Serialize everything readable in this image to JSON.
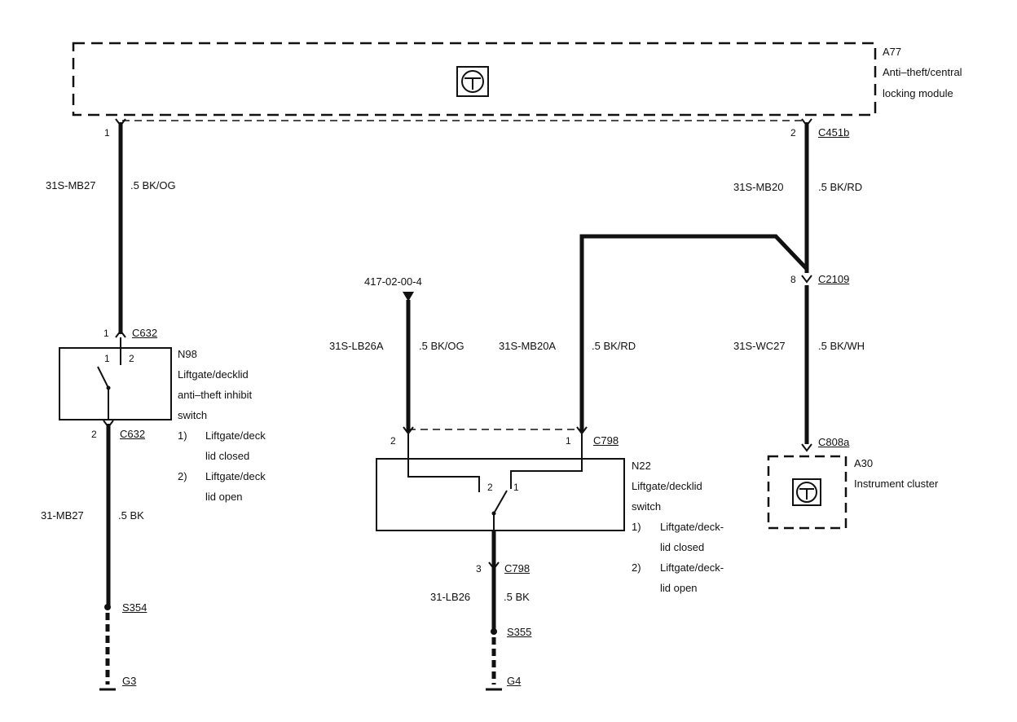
{
  "module": {
    "ref": "A77",
    "name_line1": "Anti–theft/central",
    "name_line2": "locking module"
  },
  "module_pins": {
    "left": "1",
    "right": "2",
    "right_connector": "C451b"
  },
  "wires": {
    "left_top": {
      "circuit": "31S-MB27",
      "spec": ".5 BK/OG"
    },
    "right_top": {
      "circuit": "31S-MB20",
      "spec": ".5 BK/RD"
    },
    "ref_wire": {
      "circuit": "31S-LB26A",
      "spec": ".5 BK/OG",
      "ref": "417-02-00-4"
    },
    "mid_wire": {
      "circuit": "31S-MB20A",
      "spec": ".5 BK/RD"
    },
    "cluster_wire": {
      "circuit": "31S-WC27",
      "spec": ".5 BK/WH"
    },
    "left_ground": {
      "circuit": "31-MB27",
      "spec": ".5 BK"
    },
    "mid_ground": {
      "circuit": "31-LB26",
      "spec": ".5 BK"
    }
  },
  "connectors": {
    "c2109": {
      "pin": "8",
      "name": "C2109"
    },
    "c632_top": {
      "pin": "1",
      "name": "C632"
    },
    "c632_bot": {
      "pin": "2",
      "name": "C632"
    },
    "c798_top": {
      "pin_left": "2",
      "pin_right": "1",
      "name": "C798"
    },
    "c798_bot": {
      "pin": "3",
      "name": "C798"
    },
    "c808a": {
      "name": "C808a"
    }
  },
  "switch_n98": {
    "ref": "N98",
    "line1": "Liftgate/decklid",
    "line2": "anti–theft inhibit",
    "line3": "switch",
    "pos1": "1",
    "pos2": "2",
    "legend": [
      {
        "num": "1)",
        "line1": "Liftgate/deck",
        "line2": "lid closed"
      },
      {
        "num": "2)",
        "line1": "Liftgate/deck",
        "line2": "lid open"
      }
    ]
  },
  "switch_n22": {
    "ref": "N22",
    "line1": "Liftgate/decklid",
    "line2": "switch",
    "pos1": "1",
    "pos2": "2",
    "legend": [
      {
        "num": "1)",
        "line1": "Liftgate/deck-",
        "line2": "lid closed"
      },
      {
        "num": "2)",
        "line1": "Liftgate/deck-",
        "line2": "lid open"
      }
    ]
  },
  "cluster": {
    "ref": "A30",
    "name": "Instrument cluster"
  },
  "splices": {
    "left": "S354",
    "mid": "S355"
  },
  "grounds": {
    "left": "G3",
    "mid": "G4"
  }
}
